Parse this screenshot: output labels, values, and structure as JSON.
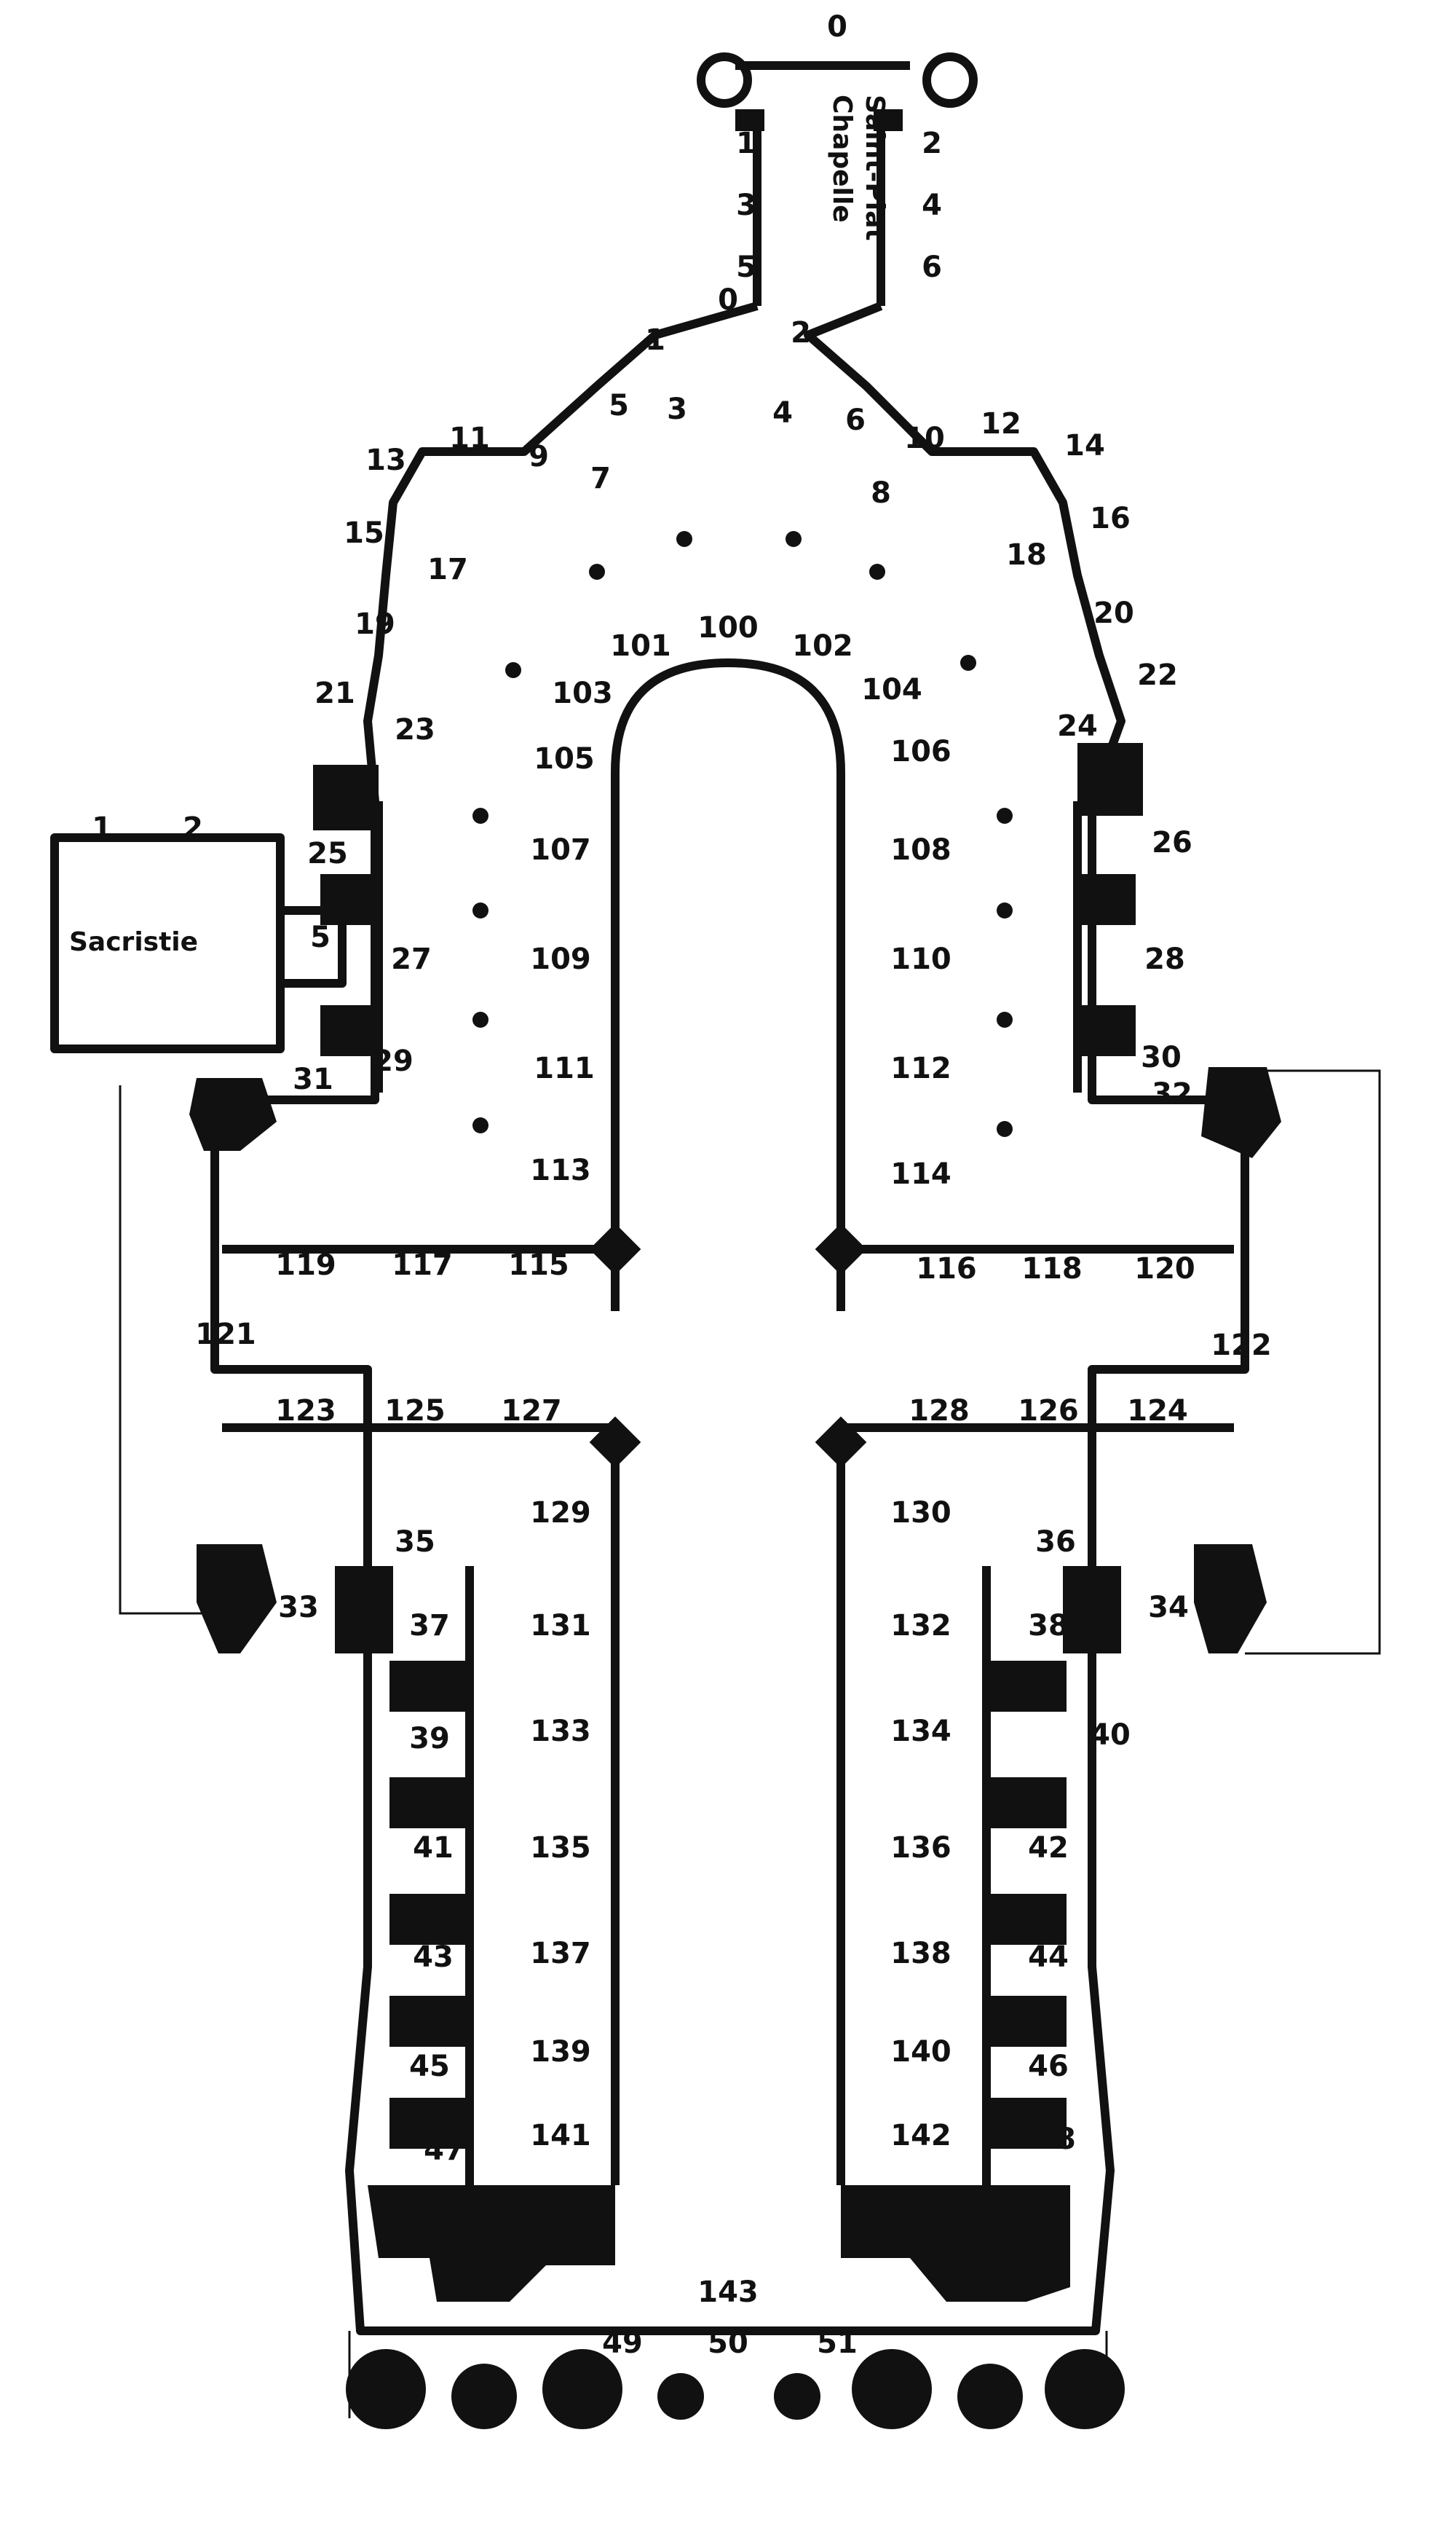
{
  "rooms": {
    "chapel": [
      "Chapelle",
      "Saint-Piat"
    ],
    "sacristy": "Sacristie"
  },
  "chapel_window_labels": [
    "0",
    "1",
    "2",
    "3",
    "4",
    "5",
    "6"
  ],
  "sacristy_window_labels": [
    "1",
    "2",
    "5"
  ],
  "ambulatory_window_labels": [
    "0",
    "1",
    "2",
    "3",
    "4",
    "5",
    "6",
    "7",
    "8",
    "9",
    "10",
    "11",
    "12",
    "13",
    "14",
    "15",
    "16",
    "17",
    "18",
    "19",
    "20",
    "21",
    "22",
    "23",
    "24",
    "25",
    "26",
    "27",
    "28",
    "29",
    "30",
    "31",
    "32"
  ],
  "aisle_window_labels": [
    "33",
    "34",
    "35",
    "36",
    "37",
    "38",
    "39",
    "40",
    "41",
    "42",
    "43",
    "44",
    "45",
    "46",
    "47",
    "48",
    "49",
    "50",
    "51"
  ],
  "clerestory_window_labels": [
    "100",
    "101",
    "102",
    "103",
    "104",
    "105",
    "106",
    "107",
    "108",
    "109",
    "110",
    "111",
    "112",
    "113",
    "114",
    "115",
    "116",
    "117",
    "118",
    "119",
    "120",
    "121",
    "122",
    "123",
    "124",
    "125",
    "126",
    "127",
    "128",
    "129",
    "130",
    "131",
    "132",
    "133",
    "134",
    "135",
    "136",
    "137",
    "138",
    "139",
    "140",
    "141",
    "142",
    "143"
  ]
}
